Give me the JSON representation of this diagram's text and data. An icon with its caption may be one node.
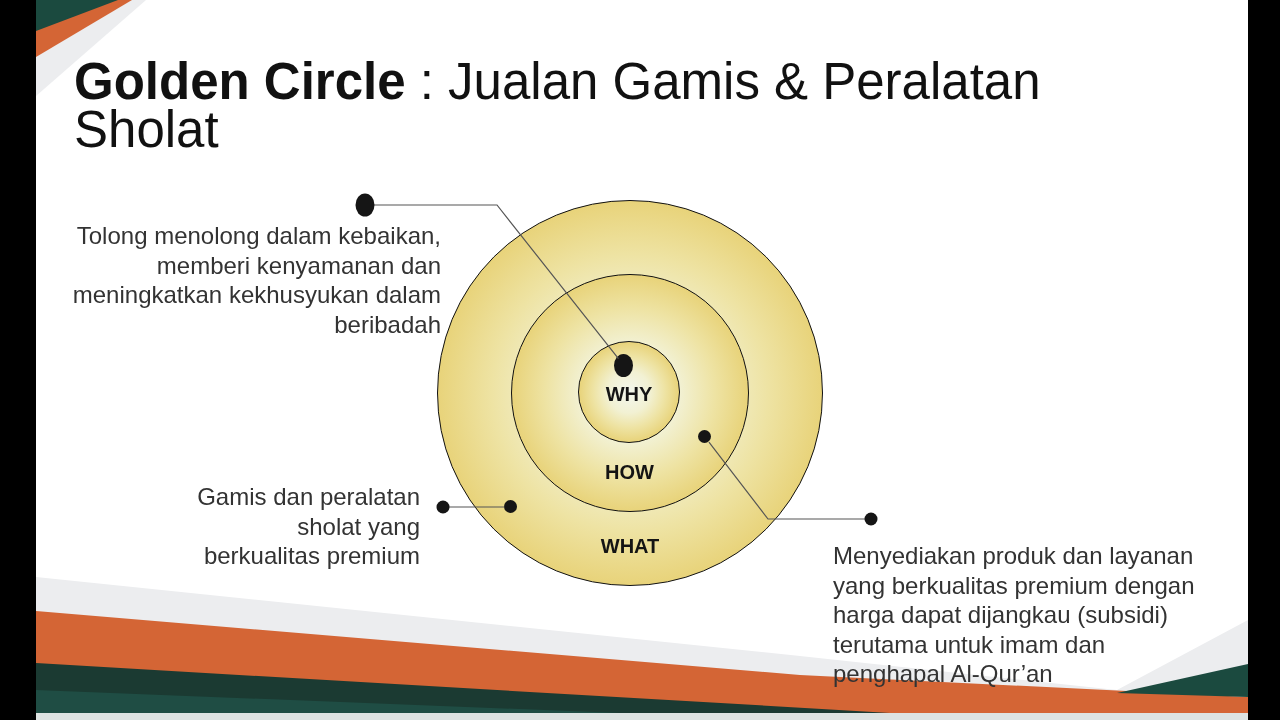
{
  "diagram": {
    "title": "**Golden Circle** : Jualan Gamis & Peralatan Sholat",
    "nodes": [
      {
        "text": [
          "Tolong menolong dalam kebaikan, memberi kenyamanan dan meningkatkan kekhusyukan dalam beribadah"
        ]
      },
      {
        "text": [
          "WHAT"
        ]
      },
      {
        "text": [
          "HOW"
        ],
        "in": 1
      },
      {
        "text": [
          "WHY"
        ],
        "in": 2
      },
      {
        "text": [],
        "shape": "circle",
        "in": 3
      },
      {
        "text": [],
        "shape": "circle",
        "in": 2
      },
      {
        "text": [],
        "shape": "circle",
        "in": 1
      },
      {
        "text": [
          "Gamis dan peralatan sholat yang berkualitas premium"
        ]
      },
      {
        "text": [
          "Menyediakan produk dan layanan yang berkualitas premium dengan harga dapat dijangkau (subsidi) terutama untuk imam dan penghapal Al-Qur’an"
        ]
      }
    ],
    "edges": [
      {
        "from": 0,
        "to": 4,
        "arrow": "other"
      },
      {
        "from": 7,
        "to": 6,
        "arrow": "other"
      },
      {
        "from": 8,
        "to": 5,
        "arrow": "other"
      }
    ]
  }
}
